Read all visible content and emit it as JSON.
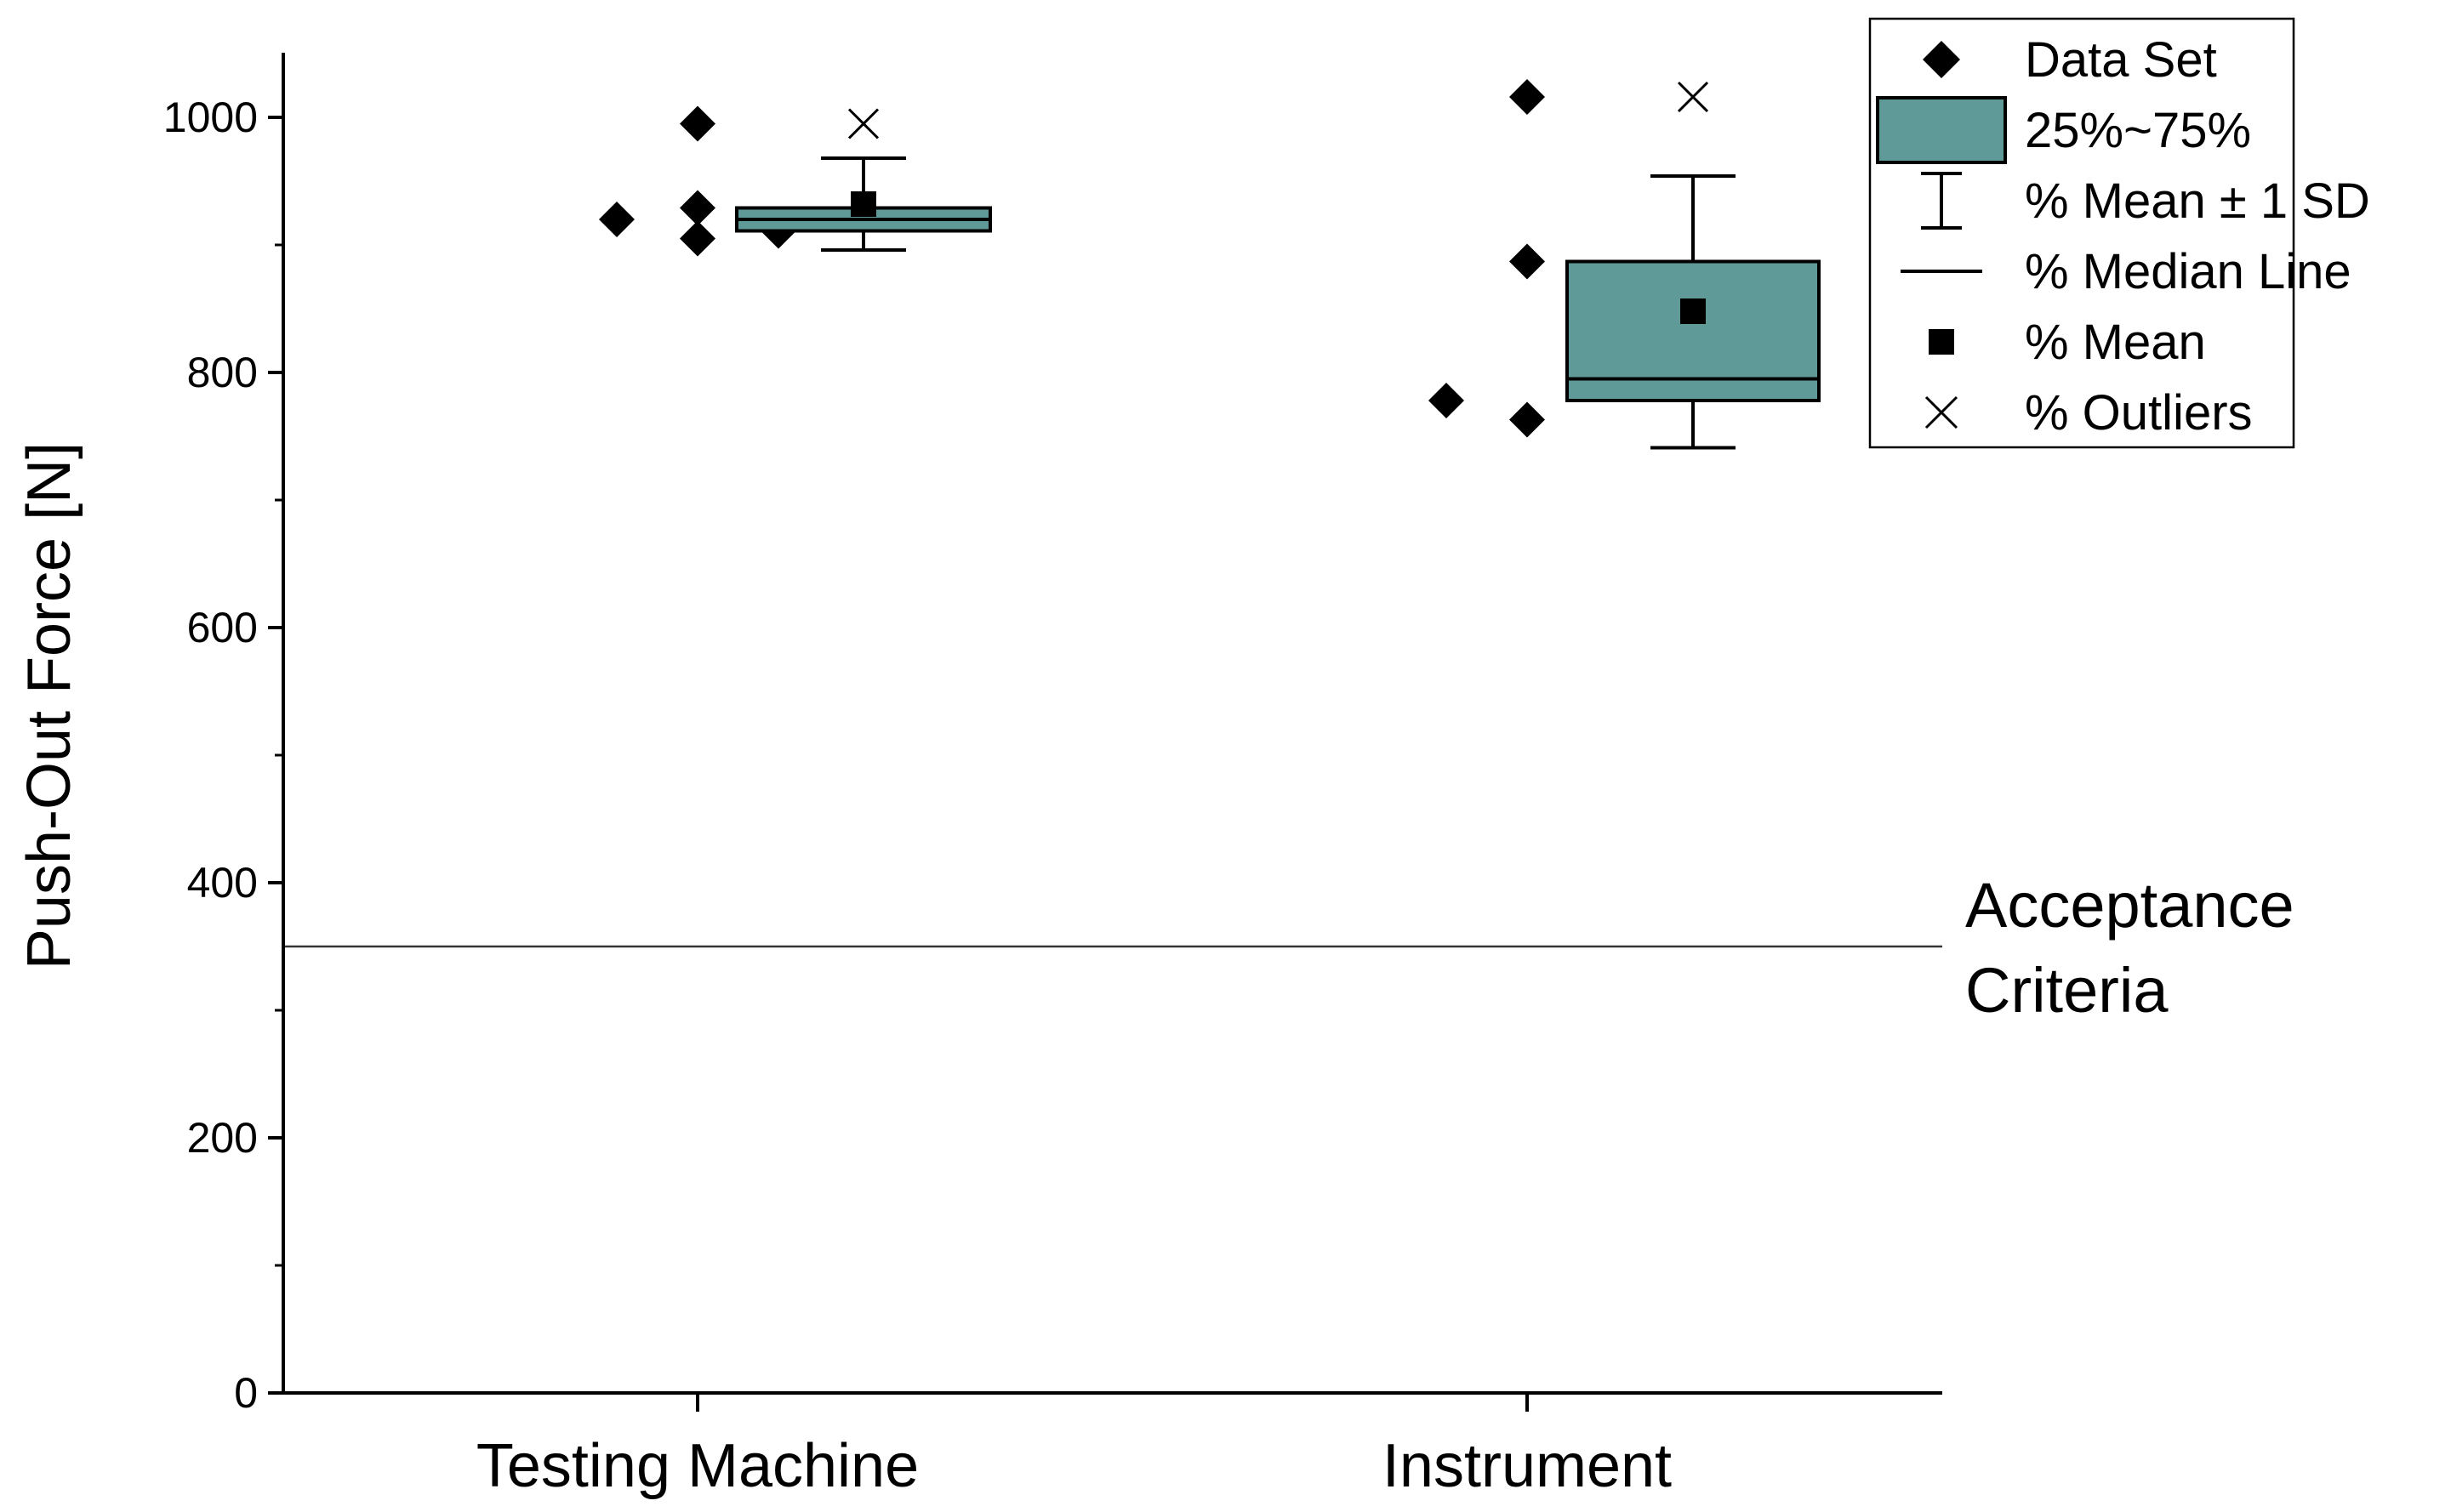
{
  "chart_data": {
    "type": "box",
    "title": "",
    "xlabel": "",
    "ylabel": "Push-Out Force [N]",
    "ylim": [
      0,
      1050
    ],
    "yticks": [
      0,
      200,
      400,
      600,
      800,
      1000
    ],
    "categories": [
      "Testing Machine",
      "Instrument"
    ],
    "series": [
      {
        "category": "Testing Machine",
        "data_points": [
          {
            "jitter": -1,
            "value": 920
          },
          {
            "jitter": 0,
            "value": 995
          },
          {
            "jitter": 0,
            "value": 929
          },
          {
            "jitter": 0,
            "value": 905
          },
          {
            "jitter": 1,
            "value": 911
          }
        ],
        "q1": 911,
        "median": 920,
        "q3": 929,
        "mean": 932,
        "whisker_low": 896,
        "whisker_high": 968,
        "outliers": [
          995
        ]
      },
      {
        "category": "Instrument",
        "data_points": [
          {
            "jitter": -1,
            "value": 778
          },
          {
            "jitter": 0,
            "value": 1016
          },
          {
            "jitter": 0,
            "value": 887
          },
          {
            "jitter": 0,
            "value": 763
          },
          {
            "jitter": 1,
            "value": 795
          }
        ],
        "q1": 778,
        "median": 795,
        "q3": 887,
        "mean": 848,
        "whisker_low": 741,
        "whisker_high": 954,
        "outliers": [
          1016
        ]
      }
    ],
    "reference_line": {
      "value": 350,
      "label_lines": [
        "Acceptance",
        "Criteria"
      ]
    },
    "legend": {
      "position": "top-right",
      "entries": [
        {
          "symbol": "diamond",
          "label": "Data Set"
        },
        {
          "symbol": "box",
          "label": "25%~75%"
        },
        {
          "symbol": "whisker",
          "label": "% Mean ± 1 SD"
        },
        {
          "symbol": "line",
          "label": "% Median Line"
        },
        {
          "symbol": "square",
          "label": "% Mean"
        },
        {
          "symbol": "cross",
          "label": "% Outliers"
        }
      ]
    },
    "grid": false,
    "box_color": "#5f9a98",
    "marker_color": "#000000"
  }
}
